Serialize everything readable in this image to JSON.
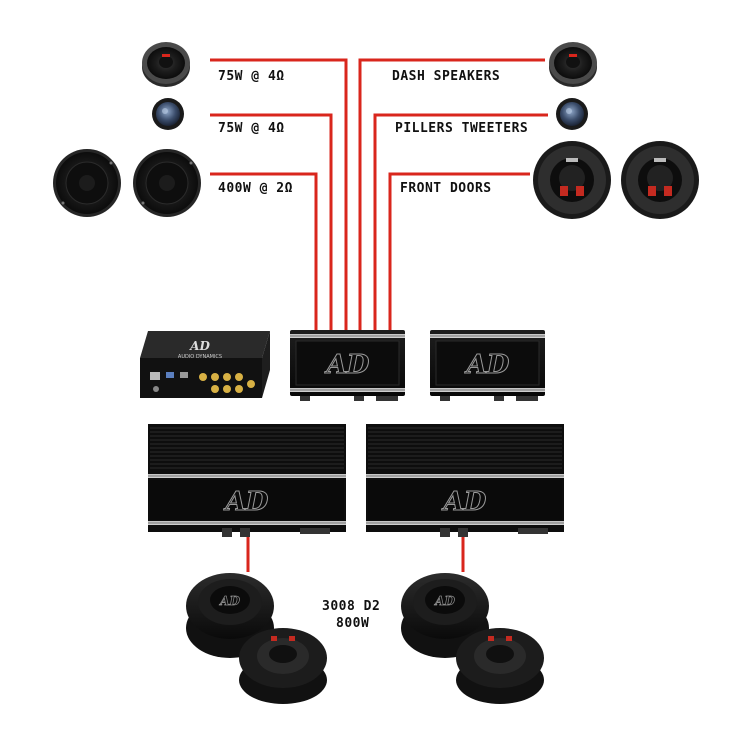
{
  "labels": {
    "left_dash": "75W @ 4Ω",
    "left_tweeter": "75W @ 4Ω",
    "left_door": "400W @ 2Ω",
    "dash_speakers": "DASH SPEAKERS",
    "pillar_tweeters": "PILLERS TWEETERS",
    "front_doors": "FRONT DOORS",
    "sub_model": "3008 D2",
    "sub_power": "800W"
  },
  "brand": {
    "dsp_label": "AUDIO DYNAMICS",
    "logo_text": "AD"
  },
  "colors": {
    "wire": "#d9261c",
    "amp_body": "#141414",
    "amp_rib": "#262626",
    "speaker_rim": "#1a1a1a",
    "label_text": "#111111"
  }
}
